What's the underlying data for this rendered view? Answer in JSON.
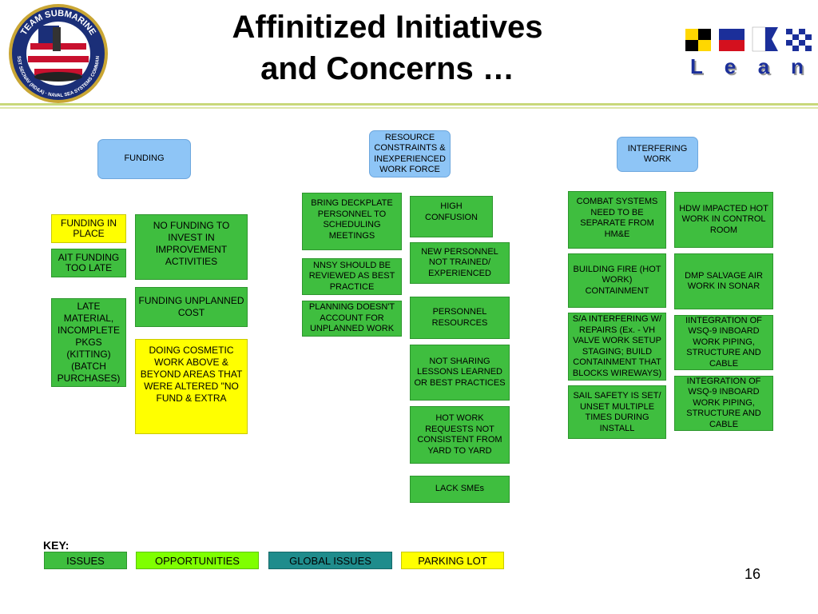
{
  "title": {
    "line1": "Affinitized Initiatives",
    "line2": "and Concerns …"
  },
  "logo_text": {
    "top": "TEAM SUBMARINE",
    "bottom": "ASST SECNAV (RD&A) · NAVAL SEA SYSTEMS COMMAND"
  },
  "lean_text": [
    "L",
    "e",
    "a",
    "n"
  ],
  "headers": {
    "funding": "FUNDING",
    "resource": "RESOURCE CONSTRAINTS & INEXPERIENCED WORK FORCE",
    "interfering": "INTERFERING WORK"
  },
  "funding": {
    "in_place": "FUNDING IN PLACE",
    "ait": "AIT FUNDING TOO LATE",
    "late": "LATE MATERIAL, INCOMPLETE PKGS (KITTING) (BATCH PURCHASES)",
    "no_funding": "NO FUNDING TO INVEST IN IMPROVEMENT ACTIVITIES",
    "unplanned": "FUNDING UNPLANNED COST",
    "cosmetic": "DOING COSMETIC WORK ABOVE & BEYOND AREAS THAT WERE ALTERED \"NO FUND & EXTRA"
  },
  "resource": {
    "deckplate": "BRING DECKPLATE PERSONNEL TO SCHEDULING MEETINGS",
    "nnsy": "NNSY SHOULD BE REVIEWED AS BEST PRACTICE",
    "planning": "PLANNING DOESN'T ACCOUNT FOR UNPLANNED WORK",
    "confusion": "HIGH CONFUSION",
    "new_personnel": "NEW PERSONNEL NOT TRAINED/ EXPERIENCED",
    "personnel": "PERSONNEL RESOURCES",
    "sharing": "NOT SHARING LESSONS LEARNED OR BEST PRACTICES",
    "hot_work": "HOT WORK REQUESTS NOT CONSISTENT FROM YARD TO YARD",
    "smes": "LACK SMEs"
  },
  "interfering": {
    "combat": "COMBAT SYSTEMS NEED TO BE SEPARATE FROM HM&E",
    "fire": "BUILDING FIRE (HOT WORK) CONTAINMENT",
    "sa": "S/A INTERFERING W/ REPAIRS (Ex. - VH VALVE WORK SETUP STAGING; BUILD CONTAINMENT THAT BLOCKS WIREWAYS)",
    "sail": "SAIL SAFETY IS SET/ UNSET MULTIPLE TIMES DURING INSTALL",
    "hdw": "HDW IMPACTED HOT WORK IN CONTROL ROOM",
    "dmp": "DMP SALVAGE AIR WORK IN SONAR",
    "iintegration": "IINTEGRATION OF WSQ-9 INBOARD WORK PIPING, STRUCTURE AND CABLE",
    "integration": "INTEGRATION OF WSQ-9 INBOARD WORK PIPING, STRUCTURE AND CABLE"
  },
  "key": {
    "label": "KEY:",
    "issues": "ISSUES",
    "opportunities": "OPPORTUNITIES",
    "global": "GLOBAL ISSUES",
    "parking": "PARKING LOT"
  },
  "colors": {
    "issues": "#3fbe3f",
    "opportunities": "#7fff00",
    "global": "#1f8c8c",
    "parking": "#ffff00",
    "header": "#8ec5f6"
  },
  "page_number": "16"
}
